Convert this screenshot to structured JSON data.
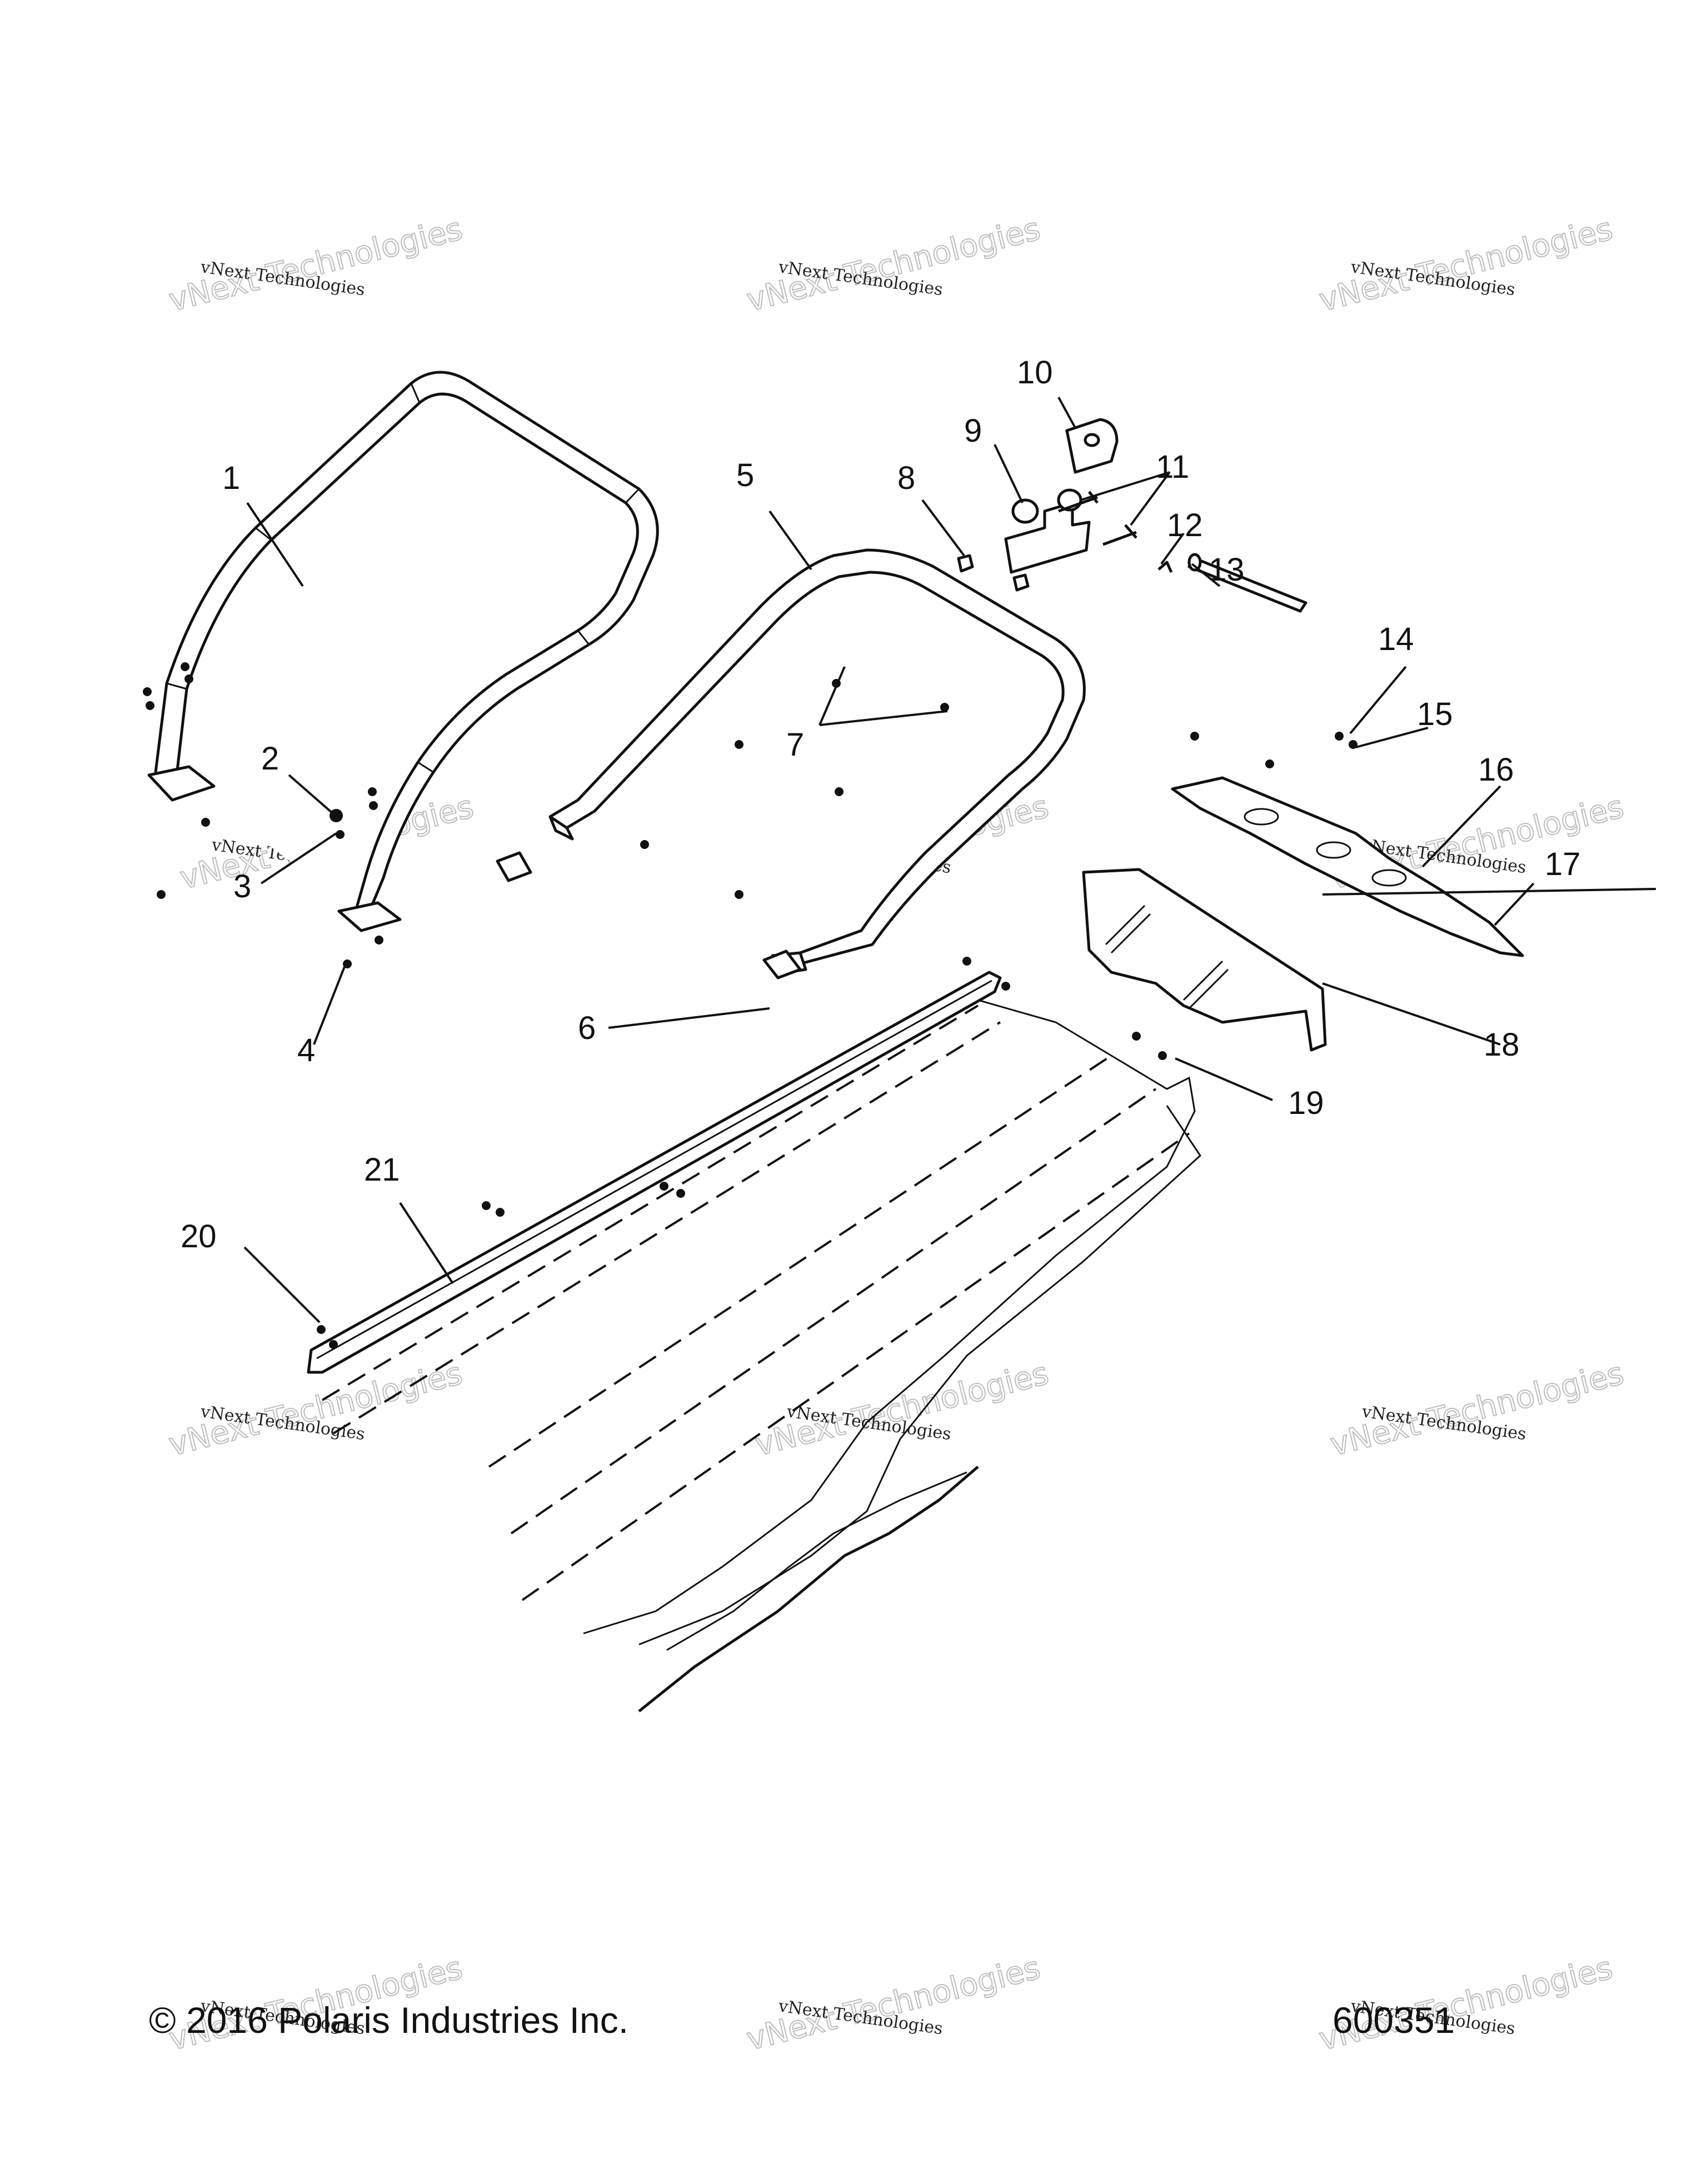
{
  "callouts": [
    "1",
    "2",
    "3",
    "4",
    "5",
    "6",
    "7",
    "8",
    "9",
    "10",
    "11",
    "12",
    "13",
    "14",
    "15",
    "16",
    "17",
    "18",
    "19",
    "20",
    "21"
  ],
  "watermark": {
    "line1": "vNext Technologies",
    "line2_a": "vNext",
    "line2_b": "Technologies"
  },
  "footer": {
    "copyright": "© 2016 Polaris Industries Inc.",
    "figure_number": "600351"
  }
}
